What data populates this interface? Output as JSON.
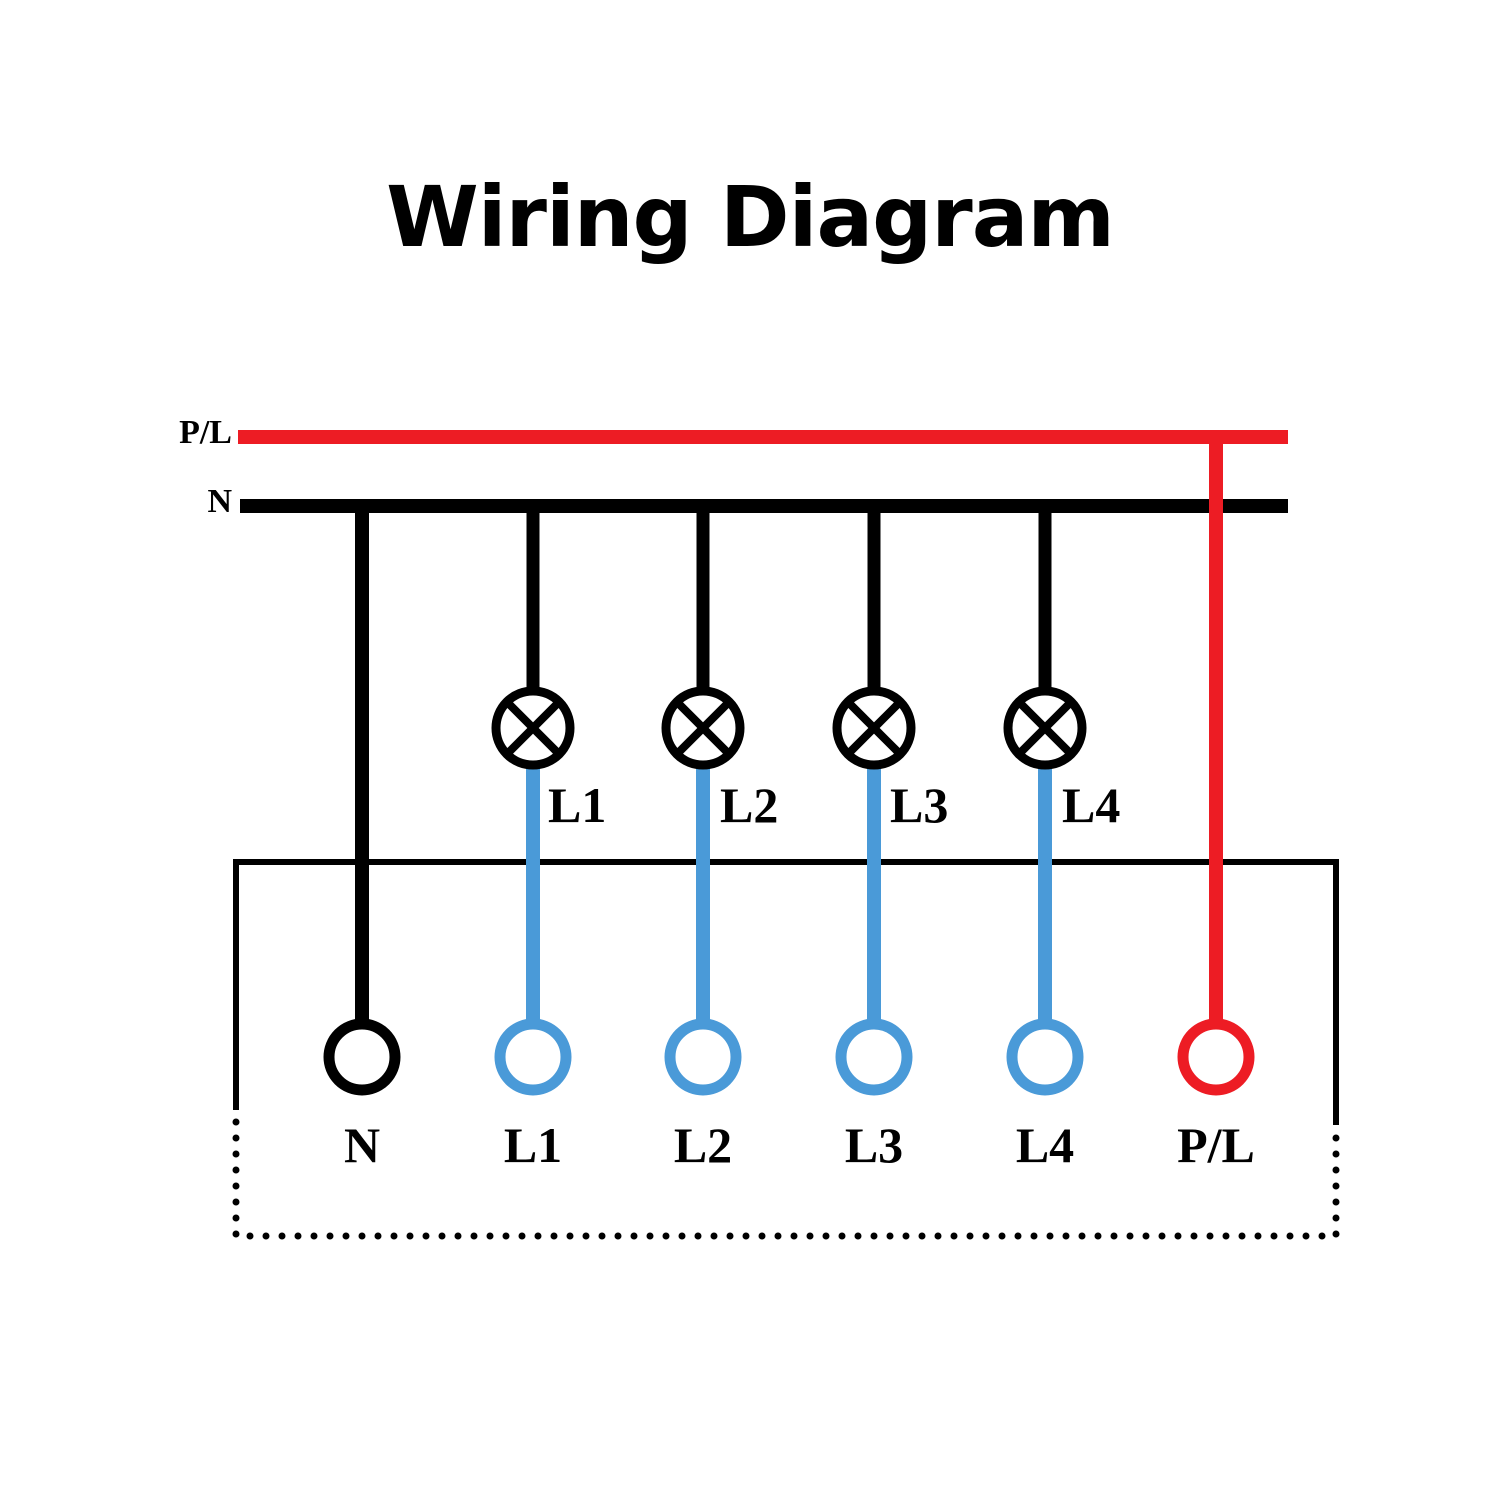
{
  "title": "Wiring Diagram",
  "colors": {
    "phase": "#ed1c24",
    "neutral": "#000000",
    "lamp_output": "#4a9ad8",
    "enclosure": "#000000"
  },
  "buses": [
    {
      "id": "phase",
      "label": "P/L",
      "color_key": "phase"
    },
    {
      "id": "neutral",
      "label": "N",
      "color_key": "neutral"
    }
  ],
  "lamps": [
    {
      "label": "L1"
    },
    {
      "label": "L2"
    },
    {
      "label": "L3"
    },
    {
      "label": "L4"
    }
  ],
  "terminals": [
    {
      "label": "N",
      "color_key": "neutral"
    },
    {
      "label": "L1",
      "color_key": "lamp_output"
    },
    {
      "label": "L2",
      "color_key": "lamp_output"
    },
    {
      "label": "L3",
      "color_key": "lamp_output"
    },
    {
      "label": "L4",
      "color_key": "lamp_output"
    },
    {
      "label": "P/L",
      "color_key": "phase"
    }
  ],
  "lamp_symbol": "lamp-cross-circle-icon",
  "terminal_symbol": "terminal-ring-icon"
}
